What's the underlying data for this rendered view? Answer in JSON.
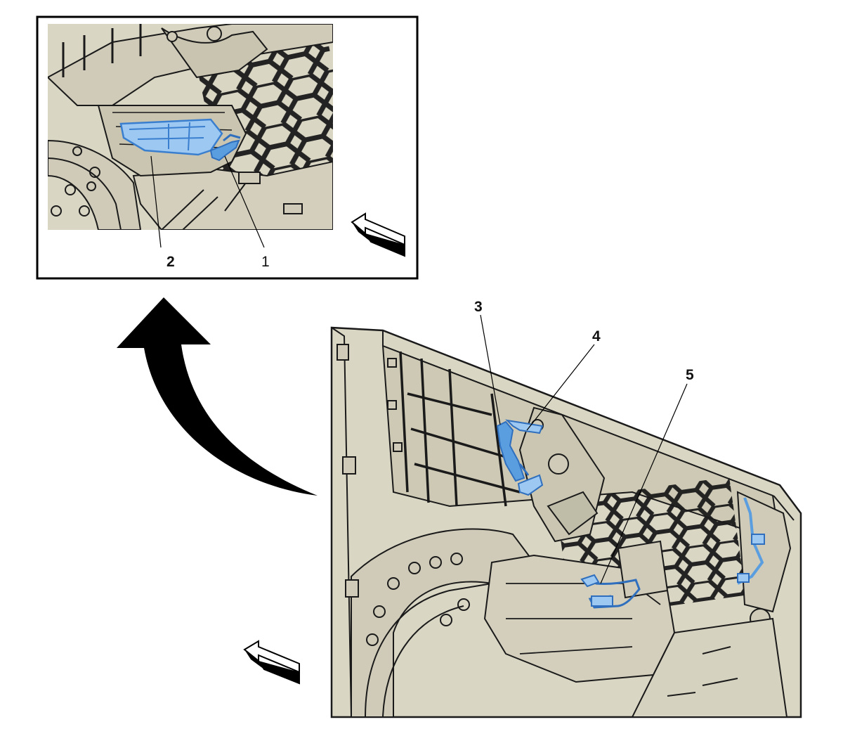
{
  "callouts": {
    "c1": "1",
    "c2": "2",
    "c3": "3",
    "c4": "4",
    "c5": "5"
  },
  "colors": {
    "panel": "#d9d6c4",
    "panel_dark": "#bfbca8",
    "line": "#1a1a1a",
    "highlight": "#5b9ee0",
    "highlight_light": "#9cc8f2",
    "arrow": "#000000"
  }
}
